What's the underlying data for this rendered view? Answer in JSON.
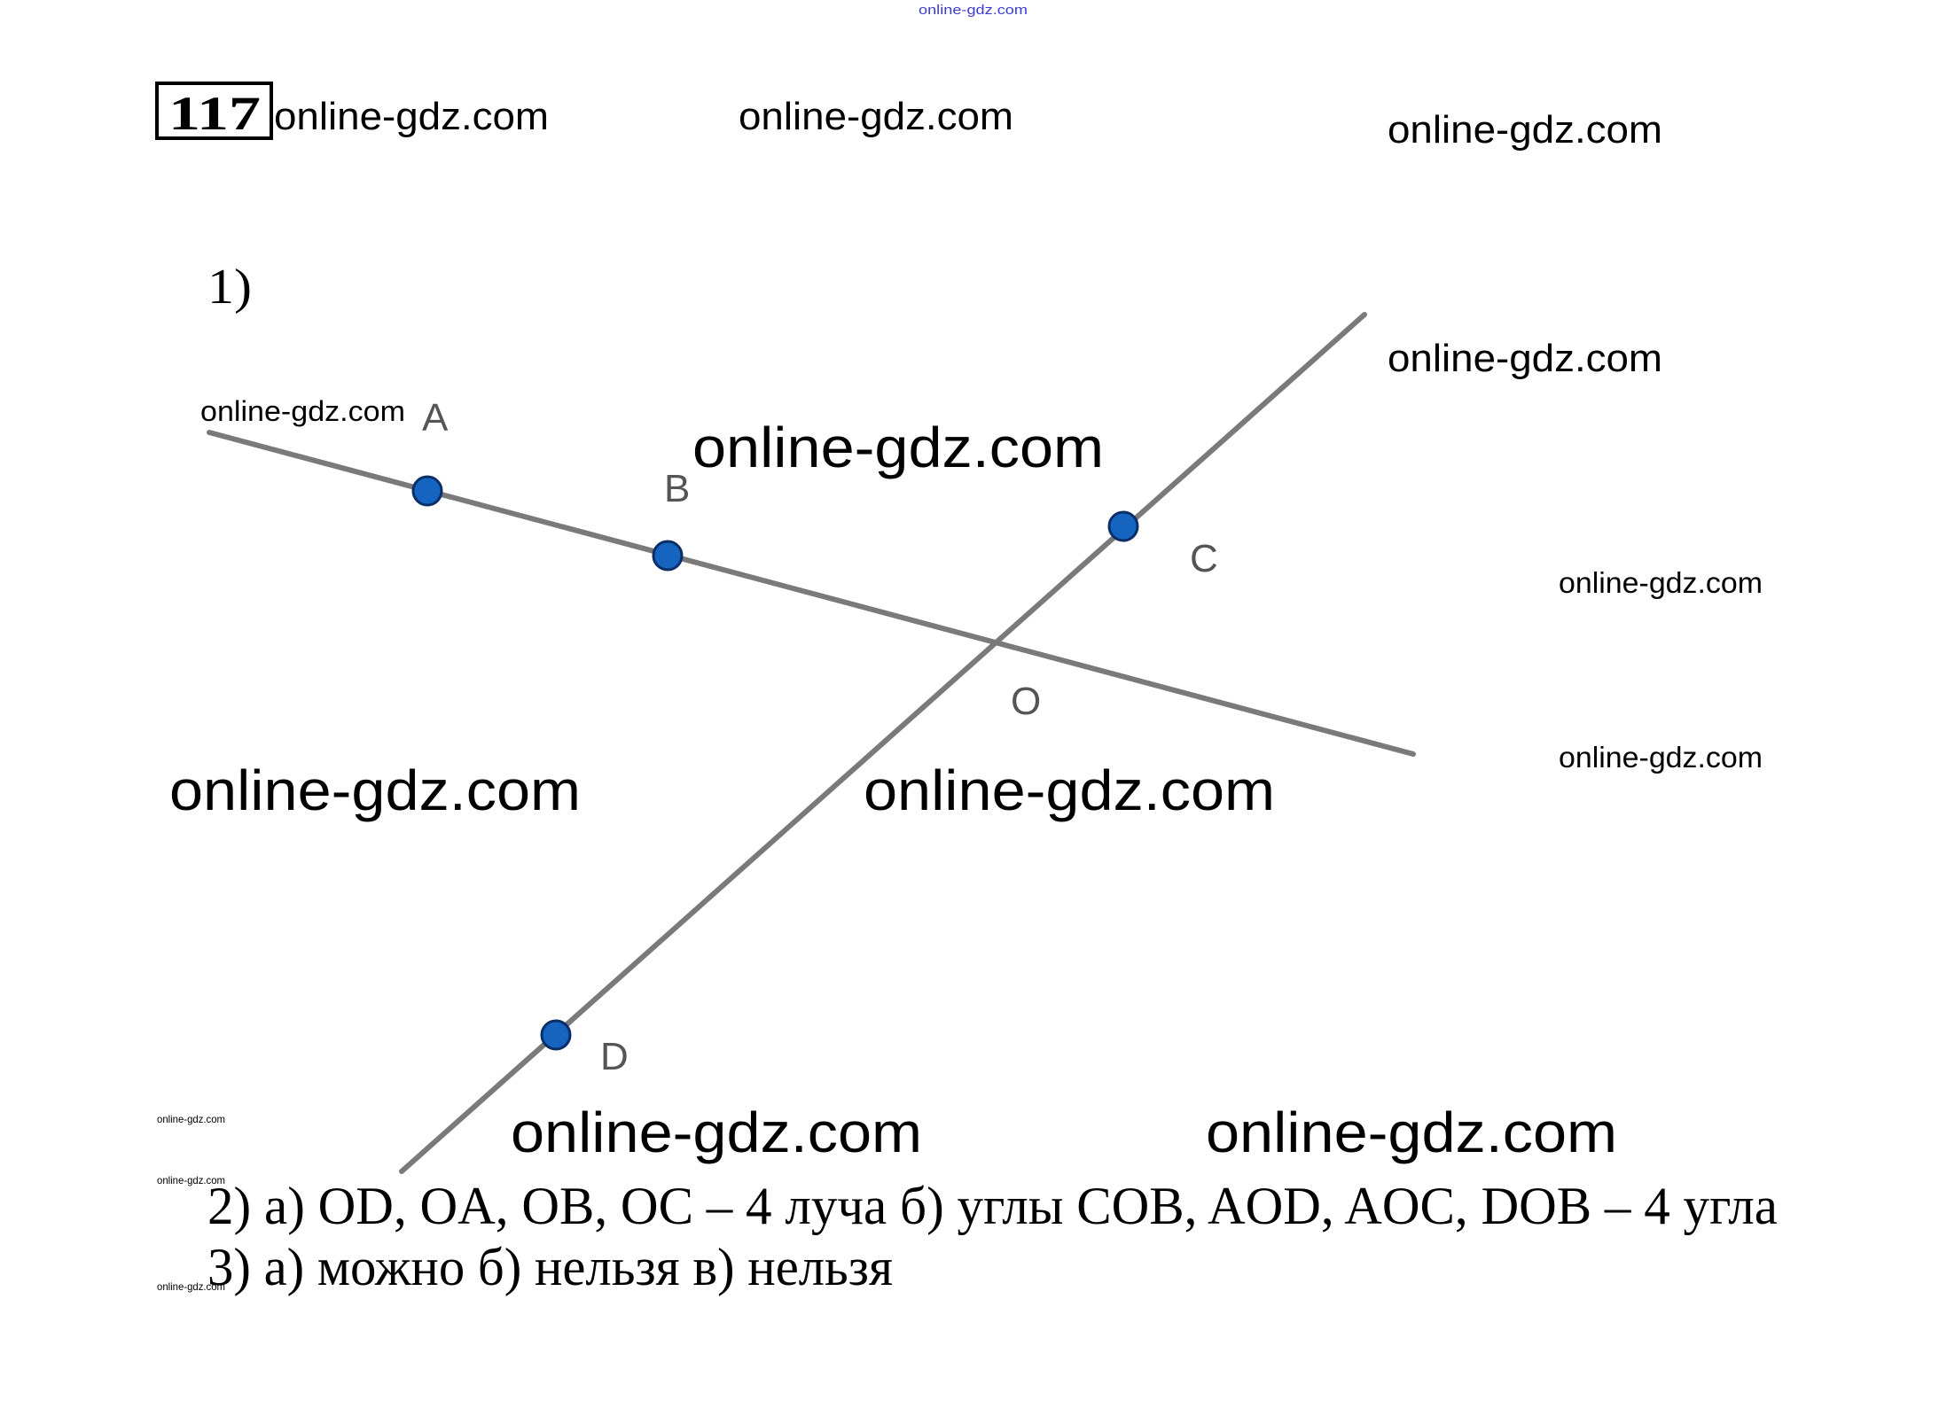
{
  "problem_number": "117",
  "watermark": "online-gdz.com",
  "part1_label": "1)",
  "points": {
    "A": "A",
    "B": "B",
    "C": "C",
    "D": "D",
    "O": "O"
  },
  "answer_line_2": "2) а) OD, OA, OB, OC – 4 луча б) углы COB, AOD, AOC, DOB – 4 угла",
  "answer_line_3": "3) а) можно б) нельзя в) нельзя",
  "colors": {
    "point": "#1565c0",
    "line": "#7a7a7a",
    "top_watermark": "#3b3bd6"
  }
}
